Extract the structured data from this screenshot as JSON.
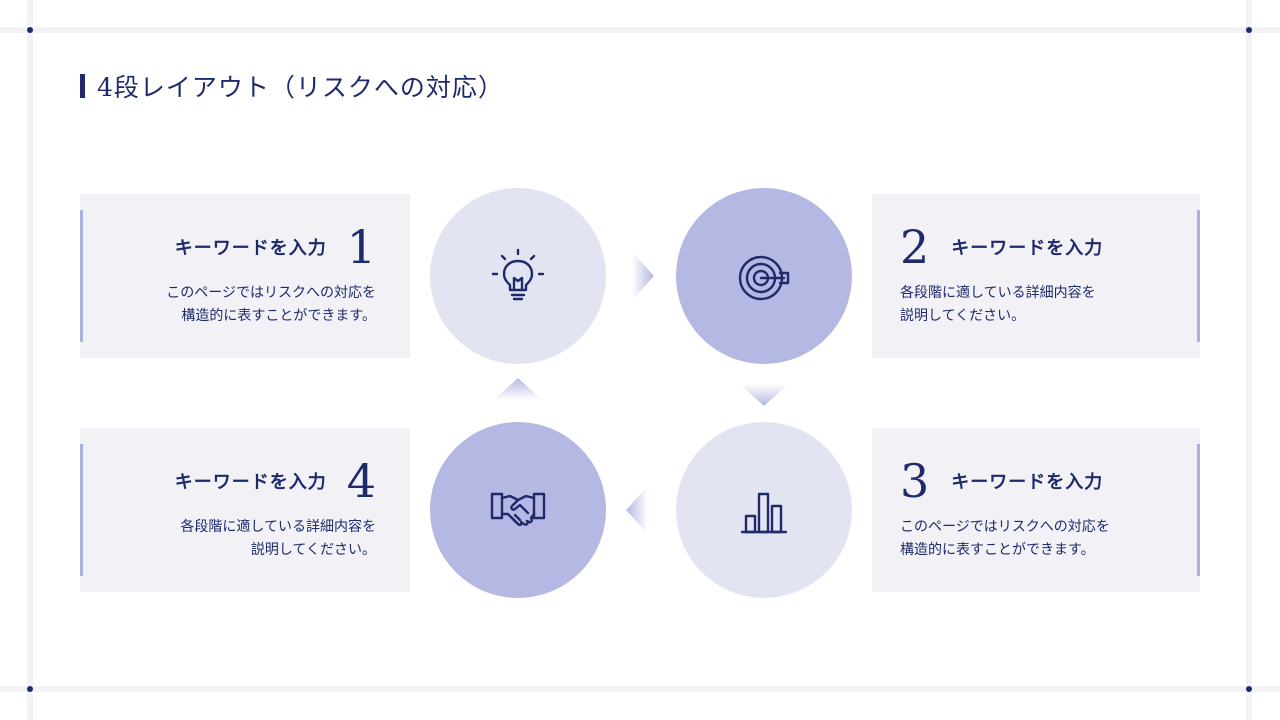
{
  "title": "4段レイアウト（リスクへの対応）",
  "steps": [
    {
      "number": "1",
      "keyword": "キーワードを入力",
      "desc_line1": "このページではリスクへの対応を",
      "desc_line2": "構造的に表すことができます。",
      "icon": "lightbulb-icon"
    },
    {
      "number": "2",
      "keyword": "キーワードを入力",
      "desc_line1": "各段階に適している詳細内容を",
      "desc_line2": "説明してください。",
      "icon": "target-icon"
    },
    {
      "number": "3",
      "keyword": "キーワードを入力",
      "desc_line1": "このページではリスクへの対応を",
      "desc_line2": "構造的に表すことができます。",
      "icon": "bar-chart-icon"
    },
    {
      "number": "4",
      "keyword": "キーワードを入力",
      "desc_line1": "各段階に適している詳細内容を",
      "desc_line2": "説明してください。",
      "icon": "handshake-icon"
    }
  ],
  "colors": {
    "primary": "#1f2a6b",
    "card_bg": "#f1f1f6",
    "accent": "#a8b0de",
    "circle_light": "#e3e4f1",
    "circle_dark": "#b4b8e2"
  }
}
